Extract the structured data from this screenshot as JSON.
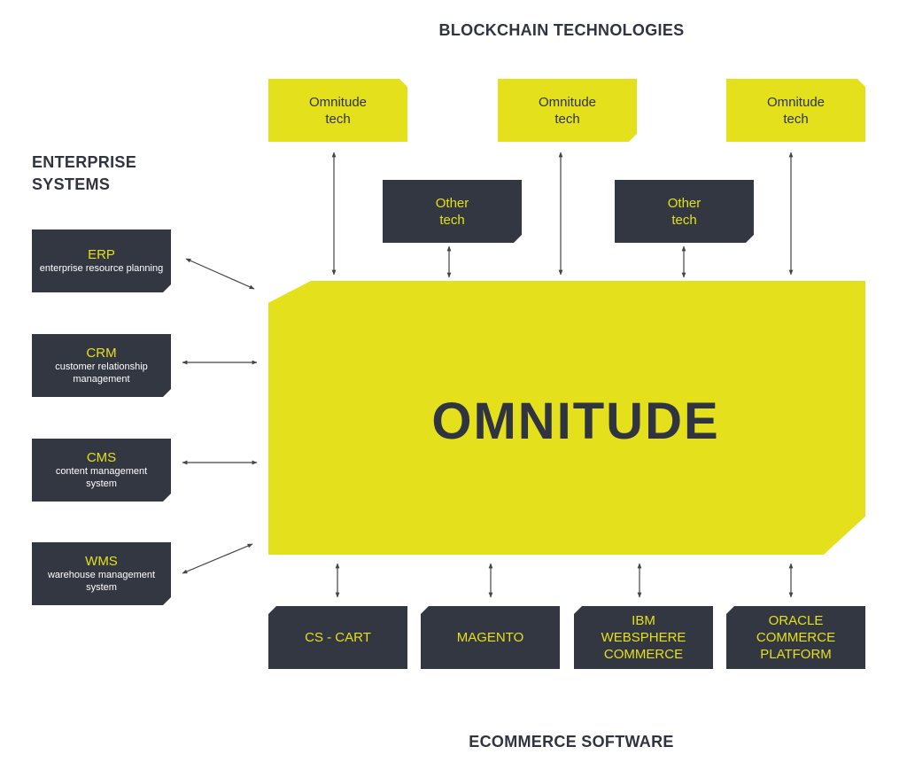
{
  "headings": {
    "blockchain": "BLOCKCHAIN TECHNOLOGIES",
    "enterprise_line1": "ENTERPRISE",
    "enterprise_line2": "SYSTEMS",
    "ecommerce": "ECOMMERCE SOFTWARE"
  },
  "core": {
    "label": "OMNITUDE"
  },
  "blockchain_nodes": [
    {
      "line1": "Omnitude",
      "line2": "tech"
    },
    {
      "line1": "Omnitude",
      "line2": "tech"
    },
    {
      "line1": "Omnitude",
      "line2": "tech"
    }
  ],
  "other_nodes": [
    {
      "line1": "Other",
      "line2": "tech"
    },
    {
      "line1": "Other",
      "line2": "tech"
    }
  ],
  "enterprise_nodes": [
    {
      "abbr": "ERP",
      "desc": "enterprise resource planning"
    },
    {
      "abbr": "CRM",
      "desc": "customer relationship management"
    },
    {
      "abbr": "CMS",
      "desc": "content management system"
    },
    {
      "abbr": "WMS",
      "desc": "warehouse management system"
    }
  ],
  "ecommerce_nodes": [
    {
      "lines": [
        "CS - CART"
      ]
    },
    {
      "lines": [
        "MAGENTO"
      ]
    },
    {
      "lines": [
        "IBM",
        "WEBSPHERE",
        "COMMERCE"
      ]
    },
    {
      "lines": [
        "ORACLE",
        "COMMERCE",
        "PLATFORM"
      ]
    }
  ],
  "colors": {
    "accent_yellow": "#e4e01b",
    "node_dark": "#333742",
    "text_dark": "#2f3440",
    "connector": "#444444"
  }
}
